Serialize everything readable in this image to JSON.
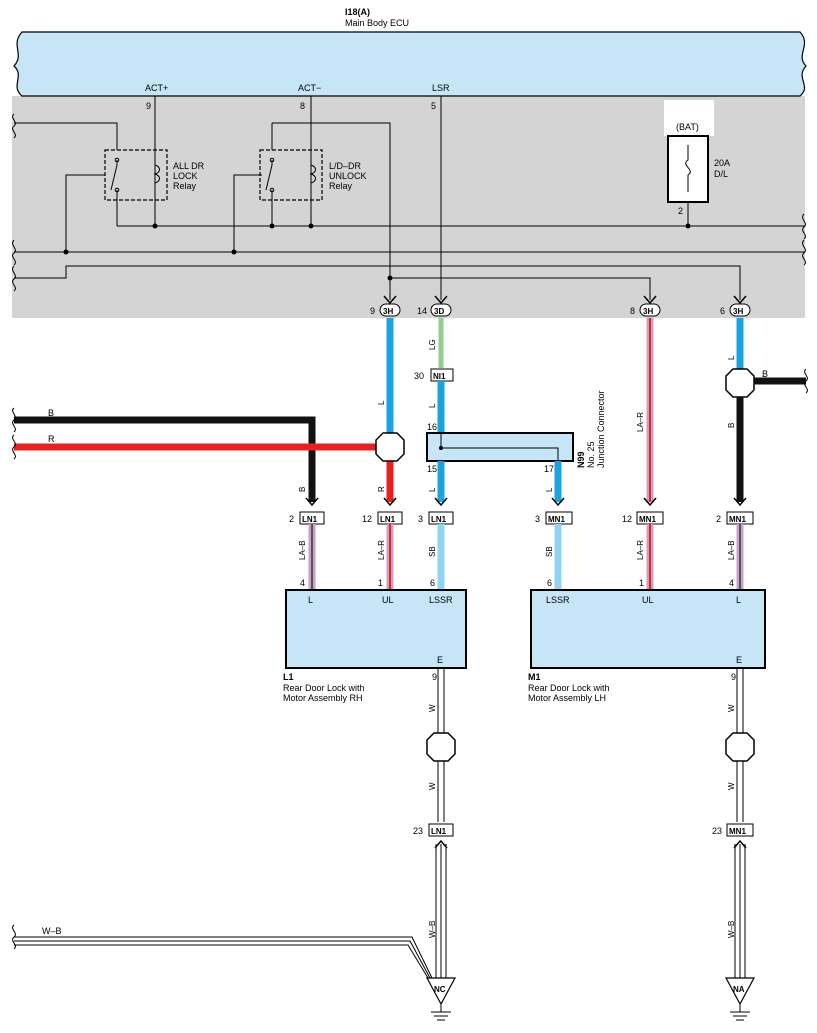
{
  "ecu": {
    "id": "I18(A)",
    "name": "Main Body ECU",
    "act_plus": "ACT+",
    "act_minus": "ACT−",
    "lsr": "LSR",
    "pin_act_plus": "9",
    "pin_act_minus": "8",
    "pin_lsr": "5",
    "bat": "(BAT)",
    "fuse_rating": "20A",
    "fuse_name": "D/L",
    "fuse_pin": "2",
    "relay_lock": [
      "ALL DR",
      "LOCK",
      "Relay"
    ],
    "relay_unlock": [
      "L/D–DR",
      "UNLOCK",
      "Relay"
    ]
  },
  "ecu_connectors": [
    {
      "pin": "9",
      "name": "3H"
    },
    {
      "pin": "14",
      "name": "3D"
    },
    {
      "pin": "8",
      "name": "3H"
    },
    {
      "pin": "6",
      "name": "3H"
    }
  ],
  "wires": {
    "b": "B",
    "r": "R",
    "l": "L",
    "lg": "LG",
    "la_r": "LA–R",
    "la_b": "LA–B",
    "sb": "SB",
    "w": "W",
    "w_b": "W–B"
  },
  "junction": {
    "id": "N99",
    "name": "No. 25",
    "sub": "Junction Connector",
    "pin_16": "16",
    "pin_15": "15",
    "pin_17": "17",
    "conn_n1": "NI1",
    "pin_30": "30"
  },
  "mid_connectors": [
    {
      "pin": "2",
      "name": "LN1"
    },
    {
      "pin": "12",
      "name": "LN1"
    },
    {
      "pin": "3",
      "name": "LN1"
    },
    {
      "pin": "3",
      "name": "MN1"
    },
    {
      "pin": "12",
      "name": "MN1"
    },
    {
      "pin": "2",
      "name": "MN1"
    }
  ],
  "motor_rh": {
    "id": "L1",
    "name1": "Rear Door Lock with",
    "name2": "Motor Assembly RH",
    "term_l": "L",
    "term_ul": "UL",
    "term_lssr": "LSSR",
    "term_e": "E",
    "pin_l": "4",
    "pin_ul": "1",
    "pin_lssr": "6",
    "pin_e": "9"
  },
  "motor_lh": {
    "id": "M1",
    "name1": "Rear Door Lock with",
    "name2": "Motor Assembly LH",
    "term_lssr": "LSSR",
    "term_ul": "UL",
    "term_l": "L",
    "term_e": "E",
    "pin_lssr": "6",
    "pin_ul": "1",
    "pin_l": "4",
    "pin_e": "9"
  },
  "ground": {
    "conn_rh": {
      "pin": "23",
      "name": "LN1"
    },
    "conn_lh": {
      "pin": "23",
      "name": "MN1"
    },
    "nc": "NC",
    "na": "NA"
  },
  "colors": {
    "ecu_fill": "#c6e6f8",
    "panel_fill": "#d4d4d4",
    "wire_black": "#111111",
    "wire_red": "#e8201e",
    "wire_blue": "#1aa3e0",
    "wire_sky": "#8fd4f0",
    "wire_green": "#8ed08e",
    "wire_violet": "#c9a0c8"
  }
}
